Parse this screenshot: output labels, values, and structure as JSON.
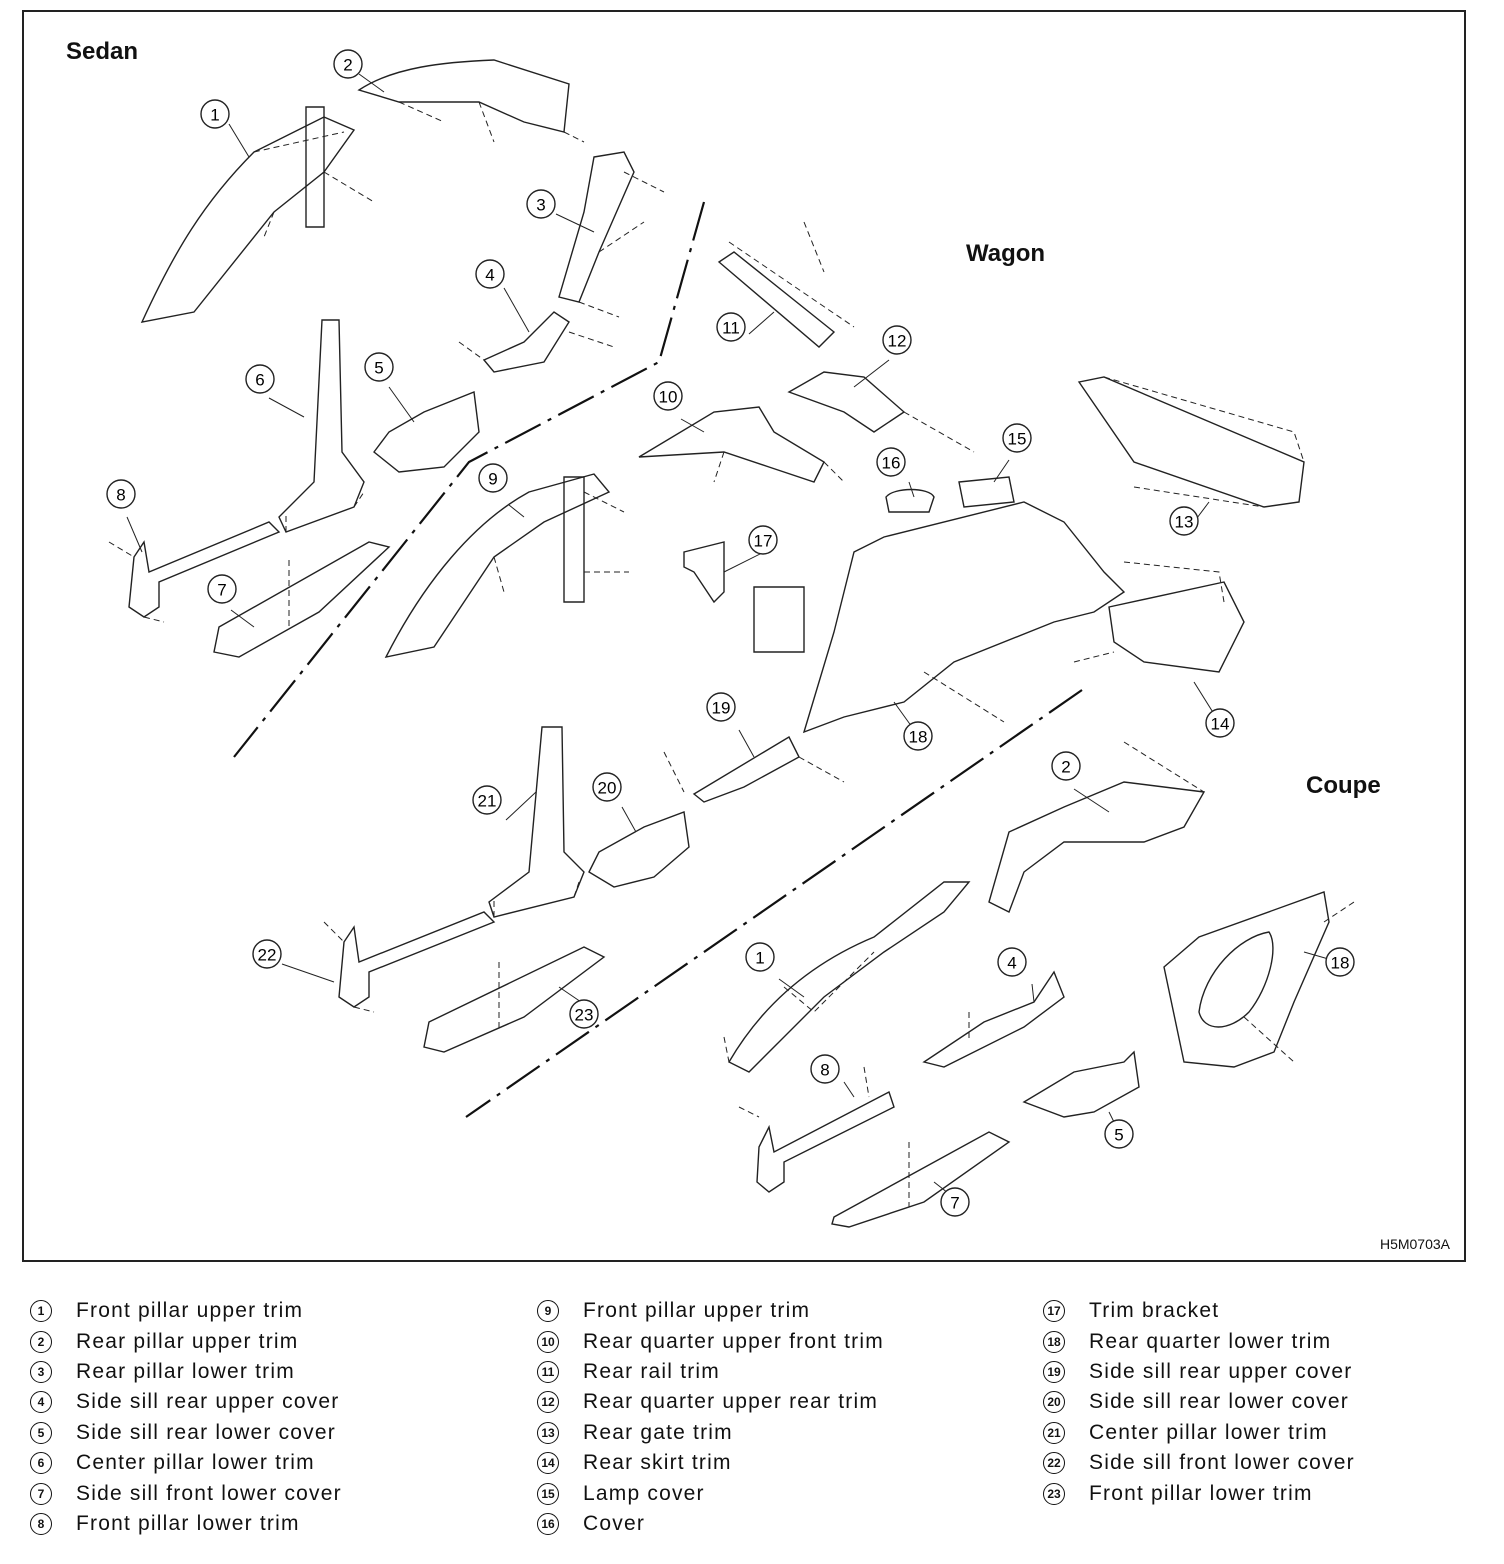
{
  "sections": {
    "sedan": "Sedan",
    "wagon": "Wagon",
    "coupe": "Coupe"
  },
  "figure_code": "H5M0703A",
  "callouts": {
    "sedan": [
      "1",
      "2",
      "3",
      "4",
      "5",
      "6",
      "7",
      "8"
    ],
    "wagon": [
      "9",
      "10",
      "11",
      "12",
      "13",
      "14",
      "15",
      "16",
      "17",
      "18",
      "19",
      "20",
      "21",
      "22",
      "23"
    ],
    "coupe": [
      "2",
      "1",
      "4",
      "8",
      "5",
      "7",
      "18"
    ]
  },
  "legend": [
    {
      "num": "1",
      "label": "Front pillar upper trim"
    },
    {
      "num": "2",
      "label": "Rear pillar upper trim"
    },
    {
      "num": "3",
      "label": "Rear pillar lower trim"
    },
    {
      "num": "4",
      "label": "Side sill rear upper cover"
    },
    {
      "num": "5",
      "label": "Side sill rear lower cover"
    },
    {
      "num": "6",
      "label": "Center pillar lower trim"
    },
    {
      "num": "7",
      "label": "Side sill front lower cover"
    },
    {
      "num": "8",
      "label": "Front pillar lower trim"
    },
    {
      "num": "9",
      "label": "Front pillar upper trim"
    },
    {
      "num": "10",
      "label": "Rear quarter upper front trim"
    },
    {
      "num": "11",
      "label": "Rear rail trim"
    },
    {
      "num": "12",
      "label": "Rear quarter upper rear trim"
    },
    {
      "num": "13",
      "label": "Rear gate trim"
    },
    {
      "num": "14",
      "label": "Rear skirt trim"
    },
    {
      "num": "15",
      "label": "Lamp cover"
    },
    {
      "num": "16",
      "label": "Cover"
    },
    {
      "num": "17",
      "label": "Trim bracket"
    },
    {
      "num": "18",
      "label": "Rear quarter lower trim"
    },
    {
      "num": "19",
      "label": "Side sill rear upper cover"
    },
    {
      "num": "20",
      "label": "Side sill rear lower cover"
    },
    {
      "num": "21",
      "label": "Center pillar lower trim"
    },
    {
      "num": "22",
      "label": "Side sill front lower cover"
    },
    {
      "num": "23",
      "label": "Front pillar lower trim"
    }
  ]
}
